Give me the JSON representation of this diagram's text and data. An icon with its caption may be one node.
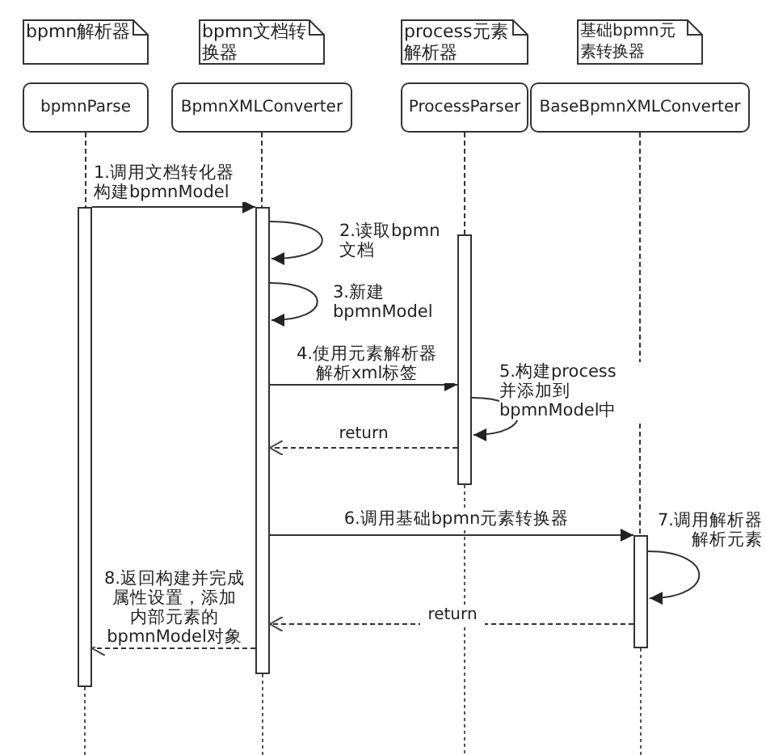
{
  "diagram": {
    "nodes": [
      {
        "text": [
          "bpmn解析器"
        ]
      },
      {
        "text": [
          "bpmn文档转换器"
        ]
      },
      {
        "text": [
          "process元素解析器"
        ]
      },
      {
        "text": [
          "基础bpmn元素转换器"
        ]
      },
      {
        "text": [
          "bpmnParse"
        ]
      },
      {
        "text": [
          "BpmnXMLConverter"
        ]
      },
      {
        "text": [
          "ProcessParser"
        ]
      },
      {
        "text": [
          "BaseBpmnXMLConverter"
        ]
      },
      {
        "text": [],
        "shape": "bar"
      },
      {
        "text": [],
        "shape": "bar"
      },
      {
        "text": [],
        "shape": "bar"
      },
      {
        "text": [],
        "shape": "bar"
      }
    ],
    "edges": [
      {
        "from": 4,
        "to": 8,
        "arrow": "none",
        "style": "dashed"
      },
      {
        "from": 5,
        "to": 9,
        "arrow": "none",
        "style": "dashed"
      },
      {
        "from": 6,
        "to": 10,
        "arrow": "none",
        "style": "dashed"
      },
      {
        "from": 7,
        "to": 11,
        "arrow": "none",
        "style": "dashed"
      },
      {
        "from": 8,
        "to": 9,
        "arrow": "to",
        "label": "1.调用文档转化器构建bpmnModel"
      },
      {
        "from": 9,
        "to": 9,
        "arrow": "to",
        "label": "2.读取bpmn文档"
      },
      {
        "from": 9,
        "to": 9,
        "arrow": "to",
        "label": "3.新建bpmnModel"
      },
      {
        "from": 9,
        "to": 10,
        "arrow": "to",
        "label": "4.使用元素解析器解析xml标签"
      },
      {
        "from": 10,
        "to": 10,
        "arrow": "to",
        "label": "5.构建process并添加到bpmnModel中"
      },
      {
        "from": 10,
        "to": 9,
        "arrow": "to",
        "label": "return",
        "style": "dashed"
      },
      {
        "from": 9,
        "to": 11,
        "arrow": "to",
        "label": "6.调用基础bpmn元素转换器"
      },
      {
        "from": 11,
        "to": 11,
        "arrow": "to",
        "label": "7.调用解析器解析元素"
      },
      {
        "from": 11,
        "to": 9,
        "arrow": "to",
        "label": "return",
        "style": "dashed"
      },
      {
        "from": 9,
        "to": 8,
        "arrow": "to",
        "label": "8.返回构建并完成属性设置，添加内部元素的bpmnModel对象",
        "style": "dashed"
      }
    ]
  }
}
